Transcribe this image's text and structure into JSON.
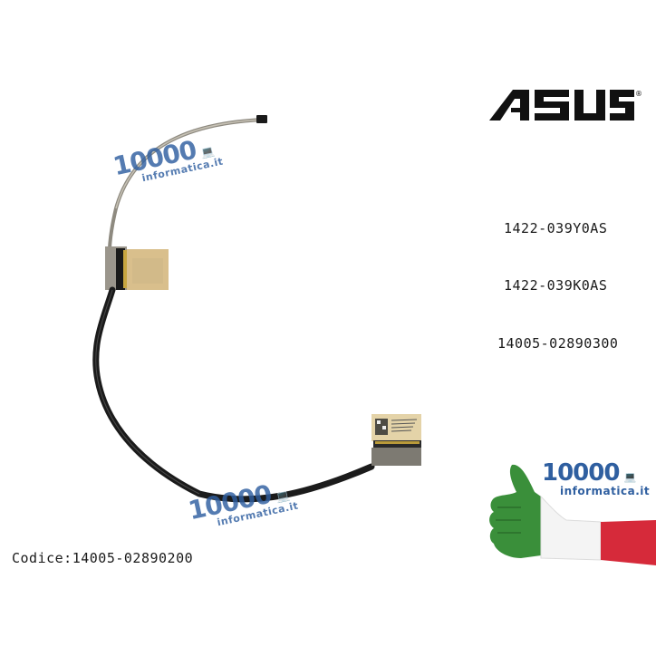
{
  "brand": {
    "name": "ASUS",
    "registered_mark": "®",
    "color": "#111111"
  },
  "watermark": {
    "number": "10000",
    "site": "informatica.it",
    "icon": "laptop-icon",
    "color": "#2f5fa0"
  },
  "part_numbers": [
    "1422-039Y0AS",
    "1422-039K0AS",
    "14005-02890300"
  ],
  "code_label": "Codice:14005-02890200",
  "flag_colors": {
    "green": "#3a8f3a",
    "white": "#f4f4f4",
    "red": "#d62a3a"
  },
  "product": {
    "type": "laptop LCD flex cable",
    "cable_color": "#1b1b1b",
    "connector_tape_color": "#d9bf8c"
  }
}
